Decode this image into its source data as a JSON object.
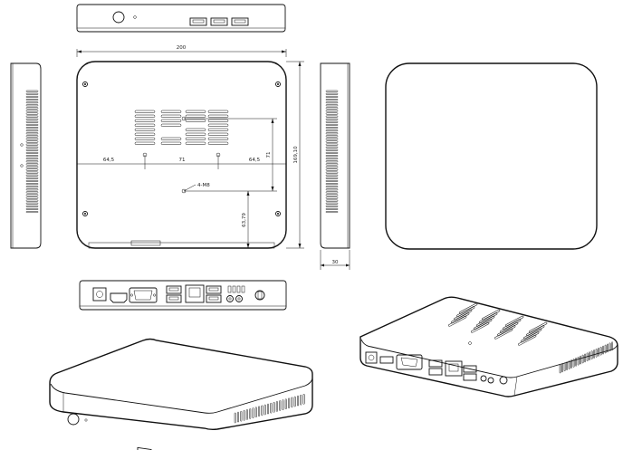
{
  "dimensions": {
    "width": "200",
    "depth": "169,10",
    "height": "30",
    "hole_spacing_h": "71",
    "hole_spacing_v": "71",
    "left_offset": "64,5",
    "right_offset": "64,5",
    "bottom_offset": "63,79"
  },
  "callouts": {
    "mount_holes": "4-M8"
  }
}
